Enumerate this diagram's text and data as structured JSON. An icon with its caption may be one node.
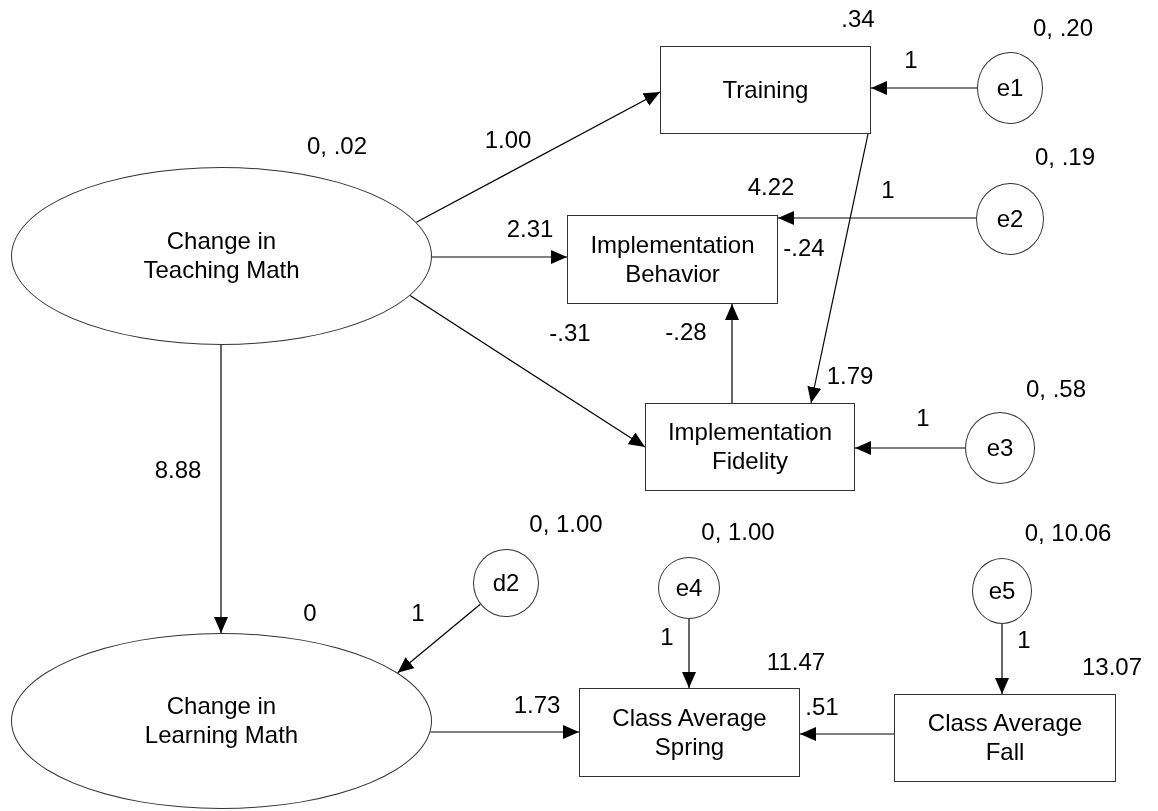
{
  "diagram": {
    "nodes": [
      {
        "text": [
          "Training"
        ],
        "beside": [
          ".34"
        ]
      },
      {
        "text": [
          "e1"
        ],
        "beside": [
          "0, .20"
        ]
      },
      {
        "text": [
          "Change in Teaching Math"
        ],
        "beside": [
          "0, .02"
        ]
      },
      {
        "text": [
          "Implementation Behavior"
        ],
        "beside": [
          "4.22"
        ]
      },
      {
        "text": [
          "e2"
        ],
        "beside": [
          "0, .19"
        ]
      },
      {
        "text": [
          "Implementation Fidelity"
        ],
        "beside": [
          "1.79"
        ]
      },
      {
        "text": [
          "e3"
        ],
        "beside": [
          "0, .58"
        ]
      },
      {
        "text": [
          "d2"
        ],
        "beside": [
          "0, 1.00"
        ]
      },
      {
        "text": [
          "e4"
        ],
        "beside": [
          "0, 1.00"
        ]
      },
      {
        "text": [
          "e5"
        ],
        "beside": [
          "0, 10.06"
        ]
      },
      {
        "text": [
          "Change in Learning Math"
        ],
        "beside": [
          "0"
        ]
      },
      {
        "text": [
          "Class Average Spring"
        ],
        "beside": [
          "11.47"
        ]
      },
      {
        "text": [
          "Class Average Fall"
        ],
        "beside": [
          "13.07"
        ]
      }
    ],
    "edges": [
      {
        "from": 2,
        "to": 0,
        "arrow": "to",
        "label": "1.00"
      },
      {
        "from": 1,
        "to": 0,
        "arrow": "to",
        "label": "1"
      },
      {
        "from": 2,
        "to": 3,
        "arrow": "to",
        "label": "2.31"
      },
      {
        "from": 4,
        "to": 3,
        "arrow": "to",
        "label": "1"
      },
      {
        "from": 2,
        "to": 5,
        "arrow": "to",
        "label": "-.31"
      },
      {
        "from": 0,
        "to": 5,
        "arrow": "to",
        "label": "-.24"
      },
      {
        "from": 5,
        "to": 3,
        "arrow": "to",
        "label": "-.28"
      },
      {
        "from": 6,
        "to": 5,
        "arrow": "to",
        "label": "1"
      },
      {
        "from": 2,
        "to": 10,
        "arrow": "to",
        "label": "8.88"
      },
      {
        "from": 7,
        "to": 10,
        "arrow": "to",
        "label": "1"
      },
      {
        "from": 8,
        "to": 11,
        "arrow": "to",
        "label": "1"
      },
      {
        "from": 9,
        "to": 12,
        "arrow": "to",
        "label": "1"
      },
      {
        "from": 10,
        "to": 11,
        "arrow": "to",
        "label": "1.73"
      },
      {
        "from": 12,
        "to": 11,
        "arrow": "to",
        "label": ".51"
      }
    ]
  }
}
